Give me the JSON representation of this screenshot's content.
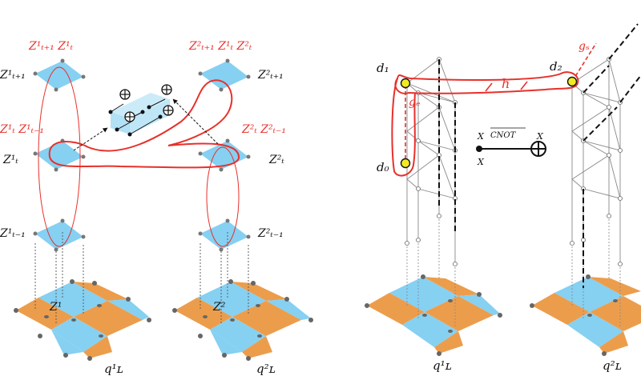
{
  "colors": {
    "blue": "#86d0f2",
    "orange": "#ec9d4c",
    "red": "#e8302b",
    "yellow": "#f2ea23",
    "gray": "#999999"
  },
  "left_panel": {
    "labels_red": {
      "top1": "Z¹ₜ₊₁ Z¹ₜ",
      "top2": "Z²ₜ₊₁ Z¹ₜ Z²ₜ",
      "mid1": "Z¹ₜ Z¹ₜ₋₁",
      "mid2": "Z²ₜ Z²ₜ₋₁"
    },
    "labels_black": {
      "z1_t1": "Z¹ₜ₊₁",
      "z2_t1": "Z²ₜ₊₁",
      "z1_t": "Z¹ₜ",
      "z2_t": "Z²ₜ",
      "z1_tm1": "Z¹ₜ₋₁",
      "z2_tm1": "Z²ₜ₋₁",
      "base1": "Z¹",
      "base2": "Z²",
      "q1": "q¹ʟ",
      "q2": "q²ʟ"
    }
  },
  "right_panel": {
    "labels": {
      "d1": "d₁",
      "d2": "d₂",
      "d0": "d₀",
      "h": "h",
      "ge": "gₑ",
      "gs": "gₛ",
      "x_top": "X",
      "x_bot": "X",
      "x_right": "X",
      "cnot": "CNOT",
      "q1": "q¹ʟ",
      "q2": "q²ʟ"
    }
  }
}
